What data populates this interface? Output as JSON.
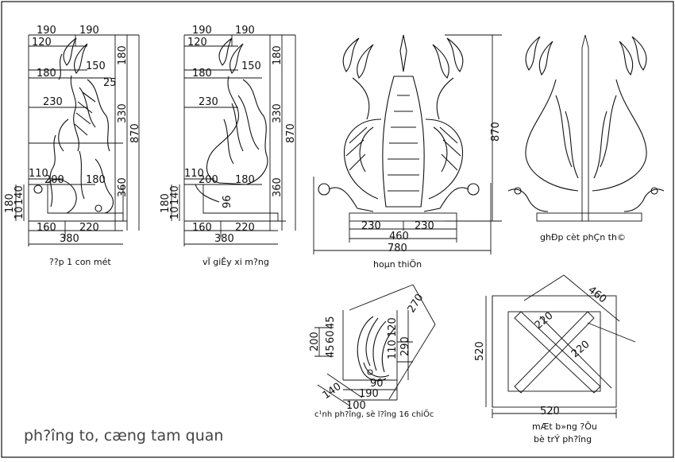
{
  "drawing": {
    "title": "ph?îng to, cæng tam quan",
    "figures": {
      "fig1": {
        "caption": "??p 1 con mét",
        "dims": [
          "190",
          "190",
          "120",
          "150",
          "180",
          "180",
          "25",
          "230",
          "330",
          "870",
          "110",
          "200",
          "180",
          "360",
          "180",
          "140",
          "10",
          "160",
          "220",
          "380"
        ]
      },
      "fig2": {
        "caption": "vÏ giÊy xi m?ng",
        "dims": [
          "190",
          "190",
          "120",
          "150",
          "180",
          "180",
          "230",
          "330",
          "870",
          "110",
          "200",
          "180",
          "360",
          "96",
          "180",
          "140",
          "10",
          "160",
          "220",
          "380"
        ]
      },
      "fig3": {
        "caption": "hoµn thiÖn",
        "dims": [
          "870",
          "230",
          "230",
          "460",
          "780"
        ]
      },
      "fig4": {
        "caption": "ghÐp cèt phÇn th©"
      },
      "fig5": {
        "caption": "c¹nh ph?îng, sè l?îng 16 chiÕc",
        "dims": [
          "270",
          "200",
          "45",
          "60",
          "45",
          "120",
          "110",
          "290",
          "90",
          "190",
          "140",
          "100"
        ]
      },
      "fig6": {
        "caption_line1": "mÆt b»ng ?Õu",
        "caption_line2": "bè trÝ ph?îng",
        "dims": [
          "460",
          "220",
          "220",
          "520",
          "520"
        ]
      }
    }
  }
}
